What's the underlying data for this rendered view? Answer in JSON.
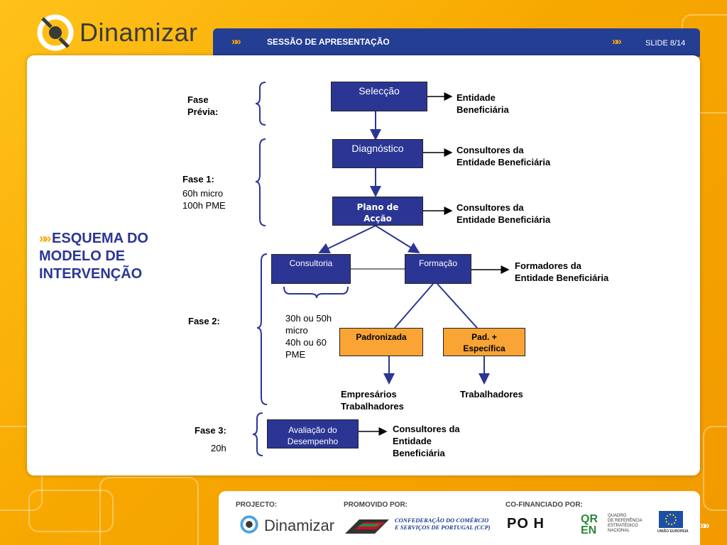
{
  "header": {
    "logo_text": "Dinamizar",
    "title": "SESSÃO DE APRESENTAÇÃO",
    "slide": "SLIDE 8/14"
  },
  "section_title": "ESQUEMA DO MODELO DE INTERVENÇÃO",
  "phases": {
    "previa_line1": "Fase",
    "previa_line2": "Prévia:",
    "fase1_label": "Fase 1:",
    "fase1_micro": "60h micro",
    "fase1_pme": "100h  PME",
    "fase2_label": "Fase 2:",
    "fase3_label": "Fase 3:",
    "fase3_hours": "20h"
  },
  "boxes": {
    "seleccao": "Selecção",
    "diagnostico": "Diagnóstico",
    "plano_line1": "Plano de",
    "plano_line2": "Acção",
    "consultoria": "Consultoria",
    "formacao": "Formação",
    "padronizada": "Padronizada",
    "pad_esp_line1": "Pad. +",
    "pad_esp_line2": "Específica",
    "avaliacao_line1": "Avaliação do",
    "avaliacao_line2": "Desempenho"
  },
  "labels": {
    "entidade_line1": "Entidade",
    "entidade_line2": "Beneficiária",
    "consultores1_line1": "Consultores da",
    "consultores1_line2": "Entidade Beneficiária",
    "consultores2_line1": "Consultores da",
    "consultores2_line2": "Entidade Beneficiária",
    "formadores_line1": "Formadores da",
    "formadores_line2": "Entidade Beneficiária",
    "hours_line1": "30h ou 50h",
    "hours_line2": "micro",
    "hours_line3": "40h ou 60",
    "hours_line4": "PME",
    "empresarios_line1": "Empresários",
    "empresarios_line2": "Trabalhadores",
    "trabalhadores": "Trabalhadores",
    "consultores3_line1": "Consultores da",
    "consultores3_line2": "Entidade",
    "consultores3_line3": "Beneficiária"
  },
  "footer": {
    "projecto_label": "PROJECTO:",
    "promovido_label": "PROMOVIDO POR:",
    "cofinanciado_label": "CO-FINANCIADO POR:",
    "logo_text": "Dinamizar",
    "ccp_line1": "CONFEDERAÇÃO DO COMÉRCIO",
    "ccp_line2": "E SERVIÇOS DE PORTUGAL (CCP)",
    "poph": "PO H",
    "qren_line1": "QUADRO",
    "qren_line2": "DE REFERÊNCIA",
    "qren_line3": "ESTRATÉGICO",
    "qren_line4": "NACIONAL",
    "eu_text": "UNIÃO EUROPEIA"
  },
  "colors": {
    "accent_orange": "#f7a800",
    "header_blue": "#243e93",
    "box_blue": "#2b3694",
    "box_orange": "#f9a434"
  }
}
